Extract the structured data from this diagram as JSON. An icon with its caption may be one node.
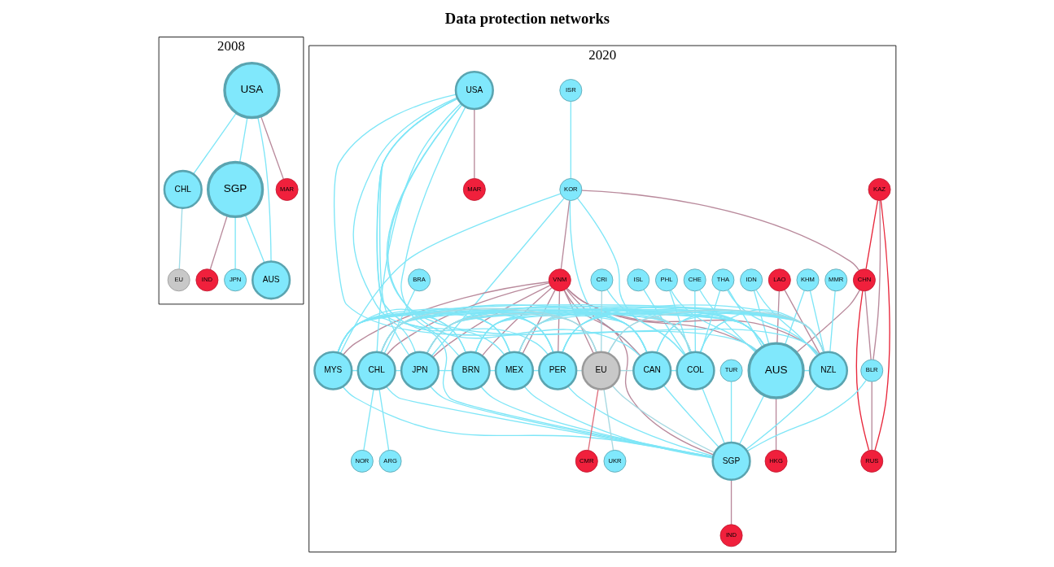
{
  "diagram": {
    "title": "Data protection networks",
    "nodes": [
      {
        "text": [
          "2008"
        ]
      },
      {
        "text": [
          "2020"
        ]
      },
      {
        "text": [
          "CHL"
        ],
        "in": 0
      },
      {
        "text": [
          "EU"
        ],
        "in": 0
      },
      {
        "text": [
          "SGP"
        ],
        "in": 0
      },
      {
        "text": [
          "IND"
        ],
        "in": 0
      },
      {
        "text": [
          "USA"
        ],
        "in": 0
      },
      {
        "text": [
          "JPN"
        ],
        "in": 0
      },
      {
        "text": [
          "AUS"
        ],
        "in": 0
      },
      {
        "text": [
          "MAR"
        ],
        "in": 0
      },
      {
        "text": [
          "TUR"
        ],
        "in": 1
      },
      {
        "text": [
          "KHM"
        ],
        "in": 1
      },
      {
        "text": [
          "LAO"
        ],
        "in": 1
      },
      {
        "text": [
          "CHN"
        ],
        "in": 1
      },
      {
        "text": [
          "KAZ"
        ],
        "in": 1
      },
      {
        "text": [
          "ISL"
        ],
        "in": 1
      },
      {
        "text": [
          "KOR"
        ],
        "in": 1
      },
      {
        "text": [
          "IDN"
        ],
        "in": 1
      },
      {
        "text": [
          "CHE"
        ],
        "in": 1
      },
      {
        "text": [
          "VNM"
        ],
        "in": 1
      },
      {
        "text": [
          "THA"
        ],
        "in": 1
      },
      {
        "text": [
          "COL"
        ],
        "in": 1
      },
      {
        "text": [
          "AUS"
        ],
        "in": 1
      },
      {
        "text": [
          "BLR"
        ],
        "in": 1
      },
      {
        "text": [
          "BRA"
        ],
        "in": 1
      },
      {
        "text": [
          "NZL"
        ],
        "in": 1
      },
      {
        "text": [
          "PHL"
        ],
        "in": 1
      },
      {
        "text": [
          "CRI"
        ],
        "in": 1
      },
      {
        "text": [
          "PER"
        ],
        "in": 1
      },
      {
        "text": [
          "SGP"
        ],
        "in": 1
      },
      {
        "text": [
          "MEX"
        ],
        "in": 1
      },
      {
        "text": [
          "HKG"
        ],
        "in": 1
      },
      {
        "text": [
          "JPN"
        ],
        "in": 1
      },
      {
        "text": [
          "RUS"
        ],
        "in": 1
      },
      {
        "text": [
          "ISR"
        ],
        "in": 1
      },
      {
        "text": [
          "CAN"
        ],
        "in": 1
      },
      {
        "text": [
          "MYS"
        ],
        "in": 1
      },
      {
        "text": [
          "CHL"
        ],
        "in": 1
      },
      {
        "text": [
          "IND"
        ],
        "in": 1
      },
      {
        "text": [
          "NOR"
        ],
        "in": 1
      },
      {
        "text": [
          "USA"
        ],
        "in": 1
      },
      {
        "text": [
          "EU"
        ],
        "in": 1
      },
      {
        "text": [
          "MMR"
        ],
        "in": 1
      },
      {
        "text": [
          "BRN"
        ],
        "in": 1
      },
      {
        "text": [
          "ARG"
        ],
        "in": 1
      },
      {
        "text": [
          "MAR"
        ],
        "in": 1
      },
      {
        "text": [
          "UKR"
        ],
        "in": 1
      },
      {
        "text": [
          "CMR"
        ],
        "in": 1
      }
    ],
    "edges": [
      {
        "from": 6,
        "to": 2,
        "arrow": "none"
      },
      {
        "from": 2,
        "to": 3,
        "arrow": "none",
        "color": "#9fdbe6"
      },
      {
        "from": 6,
        "to": 4,
        "arrow": "none"
      },
      {
        "from": 4,
        "to": 5,
        "arrow": "none",
        "color": "#b98a9c"
      },
      {
        "from": 4,
        "to": 7,
        "arrow": "none"
      },
      {
        "from": 4,
        "to": 8,
        "arrow": "none"
      },
      {
        "from": 6,
        "to": 8,
        "arrow": "none"
      },
      {
        "from": 6,
        "to": 9,
        "arrow": "none",
        "color": "#b98a9c"
      },
      {
        "from": 10,
        "to": 29,
        "arrow": "none"
      },
      {
        "from": 11,
        "to": 22,
        "arrow": "none"
      },
      {
        "from": 11,
        "to": 25,
        "arrow": "none"
      },
      {
        "from": 12,
        "to": 25,
        "arrow": "none",
        "color": "#b98a9c"
      },
      {
        "from": 12,
        "to": 22,
        "arrow": "none",
        "color": "#b98a9c"
      },
      {
        "from": 16,
        "to": 13,
        "arrow": "none",
        "color": "#b98a9c"
      },
      {
        "from": 14,
        "to": 13,
        "arrow": "none",
        "color": "#e8283c"
      },
      {
        "from": 14,
        "to": 33,
        "arrow": "none",
        "color": "#e8283c"
      },
      {
        "from": 14,
        "to": 23,
        "arrow": "none",
        "color": "#b98a9c"
      },
      {
        "from": 13,
        "to": 22,
        "arrow": "none",
        "color": "#b98a9c"
      },
      {
        "from": 13,
        "to": 23,
        "arrow": "none",
        "color": "#b98a9c"
      },
      {
        "from": 13,
        "to": 33,
        "arrow": "none",
        "color": "#e8283c"
      },
      {
        "from": 23,
        "to": 33,
        "arrow": "none",
        "color": "#b98a9c"
      },
      {
        "from": 18,
        "to": 21,
        "arrow": "none"
      },
      {
        "from": 18,
        "to": 22,
        "arrow": "none"
      },
      {
        "from": 17,
        "to": 22,
        "arrow": "none"
      },
      {
        "from": 17,
        "to": 25,
        "arrow": "none"
      },
      {
        "from": 23,
        "to": 29,
        "arrow": "none"
      },
      {
        "from": 24,
        "to": 37,
        "arrow": "none"
      },
      {
        "from": 26,
        "to": 22,
        "arrow": "none"
      },
      {
        "from": 26,
        "to": 21,
        "arrow": "none"
      },
      {
        "from": 22,
        "to": 31,
        "arrow": "none",
        "color": "#b98a9c"
      },
      {
        "from": 29,
        "to": 38,
        "arrow": "none",
        "color": "#b98a9c"
      },
      {
        "from": 15,
        "to": 21,
        "arrow": "none"
      },
      {
        "from": 20,
        "to": 21,
        "arrow": "none"
      },
      {
        "from": 20,
        "to": 22,
        "arrow": "none"
      },
      {
        "from": 20,
        "to": 25,
        "arrow": "none"
      },
      {
        "from": 27,
        "to": 21,
        "arrow": "none"
      },
      {
        "from": 27,
        "to": 41,
        "arrow": "none",
        "color": "#a6d9e2"
      },
      {
        "from": 34,
        "to": 16,
        "arrow": "none"
      },
      {
        "from": 42,
        "to": 25,
        "arrow": "none"
      },
      {
        "from": 40,
        "to": 45,
        "arrow": "none",
        "color": "#b98a9c"
      },
      {
        "from": 37,
        "to": 39,
        "arrow": "none"
      },
      {
        "from": 37,
        "to": 44,
        "arrow": "none"
      },
      {
        "from": 41,
        "to": 46,
        "arrow": "none",
        "color": "#a6d9e2"
      },
      {
        "from": 41,
        "to": 47,
        "arrow": "none",
        "color": "#e0707e"
      },
      {
        "from": 16,
        "to": 21,
        "arrow": "none"
      },
      {
        "from": 16,
        "to": 35,
        "arrow": "none"
      },
      {
        "from": 16,
        "to": 32,
        "arrow": "none"
      },
      {
        "from": 16,
        "to": 36,
        "arrow": "none"
      },
      {
        "from": 16,
        "to": 19,
        "arrow": "none",
        "color": "#b98a9c"
      },
      {
        "from": 19,
        "to": 25,
        "arrow": "none",
        "color": "#b98a9c"
      },
      {
        "from": 19,
        "to": 22,
        "arrow": "none",
        "color": "#b98a9c"
      },
      {
        "from": 19,
        "to": 28,
        "arrow": "none",
        "color": "#b98a9c"
      },
      {
        "from": 19,
        "to": 35,
        "arrow": "none",
        "color": "#b98a9c"
      },
      {
        "from": 19,
        "to": 32,
        "arrow": "none",
        "color": "#b98a9c"
      },
      {
        "from": 19,
        "to": 29,
        "arrow": "none",
        "color": "#b98a9c"
      },
      {
        "from": 19,
        "to": 36,
        "arrow": "none",
        "color": "#b98a9c"
      },
      {
        "from": 19,
        "to": 43,
        "arrow": "none",
        "color": "#b98a9c"
      },
      {
        "from": 19,
        "to": 37,
        "arrow": "none",
        "color": "#b98a9c"
      },
      {
        "from": 19,
        "to": 30,
        "arrow": "none",
        "color": "#b98a9c"
      },
      {
        "from": 19,
        "to": 41,
        "arrow": "none",
        "color": "#b98a9c"
      },
      {
        "from": 22,
        "to": 25,
        "arrow": "none"
      },
      {
        "from": 22,
        "to": 28,
        "arrow": "none"
      },
      {
        "from": 22,
        "to": 29,
        "arrow": "none"
      },
      {
        "from": 22,
        "to": 30,
        "arrow": "none"
      },
      {
        "from": 22,
        "to": 32,
        "arrow": "none"
      },
      {
        "from": 22,
        "to": 35,
        "arrow": "none"
      },
      {
        "from": 22,
        "to": 36,
        "arrow": "none"
      },
      {
        "from": 22,
        "to": 37,
        "arrow": "none"
      },
      {
        "from": 22,
        "to": 43,
        "arrow": "none"
      },
      {
        "from": 25,
        "to": 28,
        "arrow": "none"
      },
      {
        "from": 25,
        "to": 29,
        "arrow": "none"
      },
      {
        "from": 25,
        "to": 30,
        "arrow": "none"
      },
      {
        "from": 25,
        "to": 32,
        "arrow": "none"
      },
      {
        "from": 25,
        "to": 35,
        "arrow": "none"
      },
      {
        "from": 25,
        "to": 36,
        "arrow": "none"
      },
      {
        "from": 25,
        "to": 37,
        "arrow": "none"
      },
      {
        "from": 25,
        "to": 43,
        "arrow": "none"
      },
      {
        "from": 28,
        "to": 29,
        "arrow": "none"
      },
      {
        "from": 28,
        "to": 30,
        "arrow": "none"
      },
      {
        "from": 28,
        "to": 32,
        "arrow": "none"
      },
      {
        "from": 28,
        "to": 35,
        "arrow": "none"
      },
      {
        "from": 28,
        "to": 36,
        "arrow": "none"
      },
      {
        "from": 28,
        "to": 37,
        "arrow": "none"
      },
      {
        "from": 28,
        "to": 43,
        "arrow": "none"
      },
      {
        "from": 29,
        "to": 30,
        "arrow": "none"
      },
      {
        "from": 29,
        "to": 32,
        "arrow": "none"
      },
      {
        "from": 29,
        "to": 35,
        "arrow": "none"
      },
      {
        "from": 29,
        "to": 36,
        "arrow": "none"
      },
      {
        "from": 29,
        "to": 37,
        "arrow": "none"
      },
      {
        "from": 29,
        "to": 43,
        "arrow": "none"
      },
      {
        "from": 30,
        "to": 32,
        "arrow": "none"
      },
      {
        "from": 30,
        "to": 35,
        "arrow": "none"
      },
      {
        "from": 30,
        "to": 36,
        "arrow": "none"
      },
      {
        "from": 30,
        "to": 37,
        "arrow": "none"
      },
      {
        "from": 30,
        "to": 43,
        "arrow": "none"
      },
      {
        "from": 32,
        "to": 35,
        "arrow": "none"
      },
      {
        "from": 32,
        "to": 36,
        "arrow": "none"
      },
      {
        "from": 32,
        "to": 37,
        "arrow": "none"
      },
      {
        "from": 32,
        "to": 43,
        "arrow": "none"
      },
      {
        "from": 35,
        "to": 36,
        "arrow": "none"
      },
      {
        "from": 35,
        "to": 37,
        "arrow": "none"
      },
      {
        "from": 35,
        "to": 43,
        "arrow": "none"
      },
      {
        "from": 36,
        "to": 37,
        "arrow": "none"
      },
      {
        "from": 36,
        "to": 43,
        "arrow": "none"
      },
      {
        "from": 37,
        "to": 43,
        "arrow": "none"
      },
      {
        "from": 21,
        "to": 22,
        "arrow": "none"
      },
      {
        "from": 21,
        "to": 25,
        "arrow": "none"
      },
      {
        "from": 21,
        "to": 28,
        "arrow": "none"
      },
      {
        "from": 21,
        "to": 29,
        "arrow": "none"
      },
      {
        "from": 21,
        "to": 30,
        "arrow": "none"
      },
      {
        "from": 21,
        "to": 32,
        "arrow": "none"
      },
      {
        "from": 21,
        "to": 35,
        "arrow": "none"
      },
      {
        "from": 21,
        "to": 36,
        "arrow": "none"
      },
      {
        "from": 21,
        "to": 37,
        "arrow": "none"
      },
      {
        "from": 40,
        "to": 22,
        "arrow": "none"
      },
      {
        "from": 40,
        "to": 25,
        "arrow": "none"
      },
      {
        "from": 40,
        "to": 28,
        "arrow": "none"
      },
      {
        "from": 40,
        "to": 29,
        "arrow": "none"
      },
      {
        "from": 40,
        "to": 30,
        "arrow": "none"
      },
      {
        "from": 40,
        "to": 32,
        "arrow": "none"
      },
      {
        "from": 40,
        "to": 35,
        "arrow": "none"
      },
      {
        "from": 40,
        "to": 37,
        "arrow": "none"
      },
      {
        "from": 40,
        "to": 43,
        "arrow": "none"
      },
      {
        "from": 41,
        "to": 32,
        "arrow": "none",
        "color": "#a6d9e2"
      },
      {
        "from": 41,
        "to": 35,
        "arrow": "none",
        "color": "#a6d9e2"
      },
      {
        "from": 41,
        "to": 29,
        "arrow": "none",
        "color": "#a6d9e2"
      },
      {
        "from": 41,
        "to": 30,
        "arrow": "none",
        "color": "#a6d9e2"
      },
      {
        "from": 41,
        "to": 37,
        "arrow": "none",
        "color": "#a6d9e2"
      },
      {
        "from": 41,
        "to": 25,
        "arrow": "none",
        "color": "#a6d9e2"
      },
      {
        "from": 41,
        "to": 28,
        "arrow": "none",
        "color": "#a6d9e2"
      },
      {
        "from": 41,
        "to": 21,
        "arrow": "none",
        "color": "#a6d9e2"
      }
    ]
  }
}
